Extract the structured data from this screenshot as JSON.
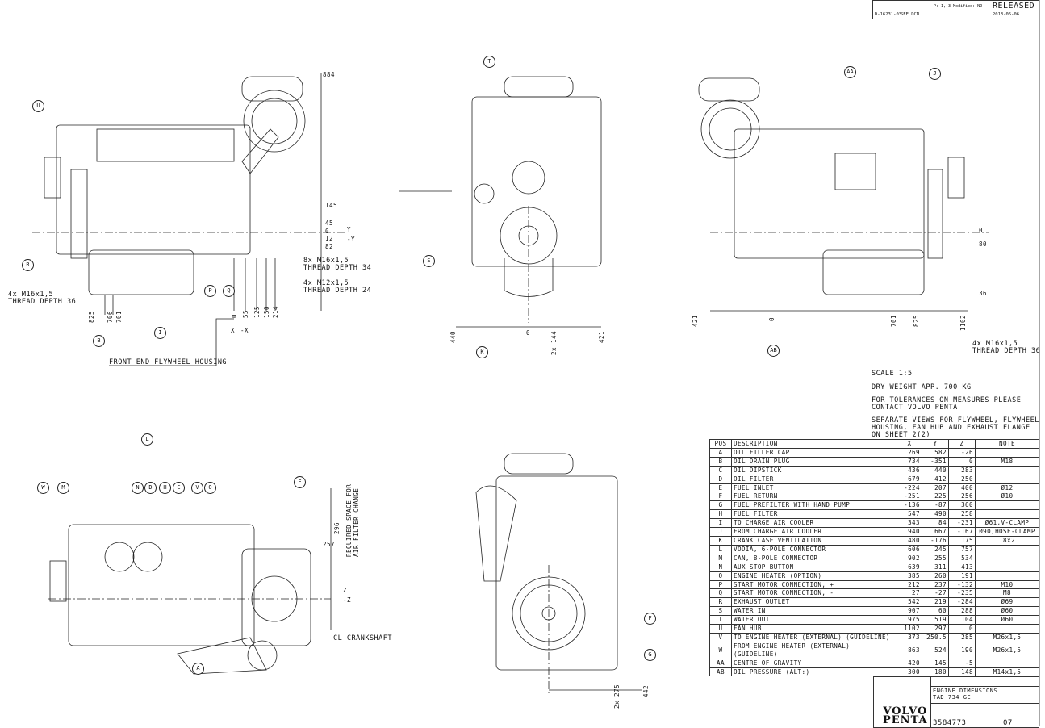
{
  "header_block": {
    "drawing_ref": "D-16231-03",
    "change": "SEE DCN",
    "modified": "P: 1, 3 Modified: NO",
    "status": "RELEASED",
    "date": "2013-05-06"
  },
  "callouts": [
    "U",
    "R",
    "B",
    "I",
    "P",
    "Q",
    "T",
    "S",
    "K",
    "AA",
    "J",
    "AB",
    "L",
    "W",
    "M",
    "N",
    "D",
    "H",
    "C",
    "V",
    "O",
    "E",
    "A",
    "F",
    "G"
  ],
  "dimensions": [
    "884",
    "145",
    "45",
    "0",
    "12",
    "82",
    "Y",
    "-Y",
    "825",
    "706",
    "701",
    "0",
    "55",
    "125",
    "150",
    "214",
    "X",
    "-X",
    "440",
    "0",
    "2x 144",
    "421",
    "0",
    "80",
    "361",
    "421",
    "0",
    "701",
    "825",
    "1102",
    "296",
    "257",
    "Z",
    "-Z",
    "2x 275",
    "442"
  ],
  "annotations": {
    "thread_left": [
      "4x M16x1,5",
      "THREAD DEPTH 36"
    ],
    "thread_8x": [
      "8x M16x1,5",
      "THREAD DEPTH 34"
    ],
    "thread_4x12": [
      "4x M12x1,5",
      "THREAD DEPTH 24"
    ],
    "thread_right": [
      "4x M16x1,5",
      "THREAD DEPTH 36"
    ],
    "front_end": "FRONT END FLYWHEEL HOUSING",
    "air_filter": [
      "REQUIRED SPACE FOR",
      "AIR FILTER CHANGE"
    ],
    "crankshaft": "CL CRANKSHAFT"
  },
  "notes": {
    "scale": "SCALE 1:5",
    "weight": "DRY WEIGHT APP. 700 KG",
    "tolerance": [
      "FOR TOLERANCES ON MEASURES PLEASE",
      "CONTACT VOLVO PENTA"
    ],
    "separate": [
      "SEPARATE VIEWS FOR FLYWHEEL, FLYWHEEL",
      "HOUSING, FAN HUB AND EXHAUST FLANGE",
      "ON SHEET 2(2)"
    ]
  },
  "table": {
    "headers": [
      "POS",
      "DESCRIPTION",
      "X",
      "Y",
      "Z",
      "NOTE"
    ],
    "rows": [
      [
        "A",
        "OIL FILLER CAP",
        "269",
        "582",
        "-26",
        ""
      ],
      [
        "B",
        "OIL DRAIN PLUG",
        "734",
        "-351",
        "0",
        "M18"
      ],
      [
        "C",
        "OIL DIPSTICK",
        "436",
        "440",
        "283",
        ""
      ],
      [
        "D",
        "OIL FILTER",
        "679",
        "412",
        "250",
        ""
      ],
      [
        "E",
        "FUEL INLET",
        "-224",
        "207",
        "400",
        "Ø12"
      ],
      [
        "F",
        "FUEL RETURN",
        "-251",
        "225",
        "256",
        "Ø10"
      ],
      [
        "G",
        "FUEL PREFILTER WITH HAND PUMP",
        "-136",
        "-87",
        "360",
        ""
      ],
      [
        "H",
        "FUEL FILTER",
        "547",
        "490",
        "258",
        ""
      ],
      [
        "I",
        "TO CHARGE AIR COOLER",
        "343",
        "84",
        "-231",
        "Ø61,V-CLAMP"
      ],
      [
        "J",
        "FROM CHARGE AIR COOLER",
        "940",
        "667",
        "-167",
        "Ø90,HOSE-CLAMP"
      ],
      [
        "K",
        "CRANK CASE VENTILATION",
        "480",
        "-176",
        "175",
        "18x2"
      ],
      [
        "L",
        "VODIA, 6-POLE CONNECTOR",
        "606",
        "245",
        "757",
        ""
      ],
      [
        "M",
        "CAN, 8-POLE CONNECTOR",
        "902",
        "255",
        "534",
        ""
      ],
      [
        "N",
        "AUX STOP BUTTON",
        "639",
        "311",
        "413",
        ""
      ],
      [
        "O",
        "ENGINE HEATER (OPTION)",
        "385",
        "260",
        "191",
        ""
      ],
      [
        "P",
        "START MOTOR CONNECTION, +",
        "212",
        "237",
        "-132",
        "M10"
      ],
      [
        "Q",
        "START MOTOR CONNECTION, -",
        "27",
        "-27",
        "-235",
        "M8"
      ],
      [
        "R",
        "EXHAUST OUTLET",
        "542",
        "219",
        "-284",
        "Ø69"
      ],
      [
        "S",
        "WATER IN",
        "907",
        "60",
        "288",
        "Ø60"
      ],
      [
        "T",
        "WATER OUT",
        "975",
        "519",
        "104",
        "Ø60"
      ],
      [
        "U",
        "FAN HUB",
        "1102",
        "297",
        "0",
        ""
      ],
      [
        "V",
        "TO ENGINE HEATER (EXTERNAL) (GUIDELINE)",
        "373",
        "250.5",
        "285",
        "M26x1,5"
      ],
      [
        "W",
        "FROM ENGINE HEATER (EXTERNAL) (GUIDELINE)",
        "863",
        "524",
        "190",
        "M26x1,5"
      ],
      [
        "AA",
        "CENTRE OF GRAVITY",
        "420",
        "145",
        "-5",
        ""
      ],
      [
        "AB",
        "OIL PRESSURE (ALT:)",
        "300",
        "180",
        "148",
        "M14x1,5"
      ]
    ]
  },
  "title_block": {
    "title": "ENGINE DIMENSIONS",
    "model": "TAD 734 GE",
    "logo": "VOLVO PENTA",
    "number": "3584773",
    "sheet": "07"
  }
}
